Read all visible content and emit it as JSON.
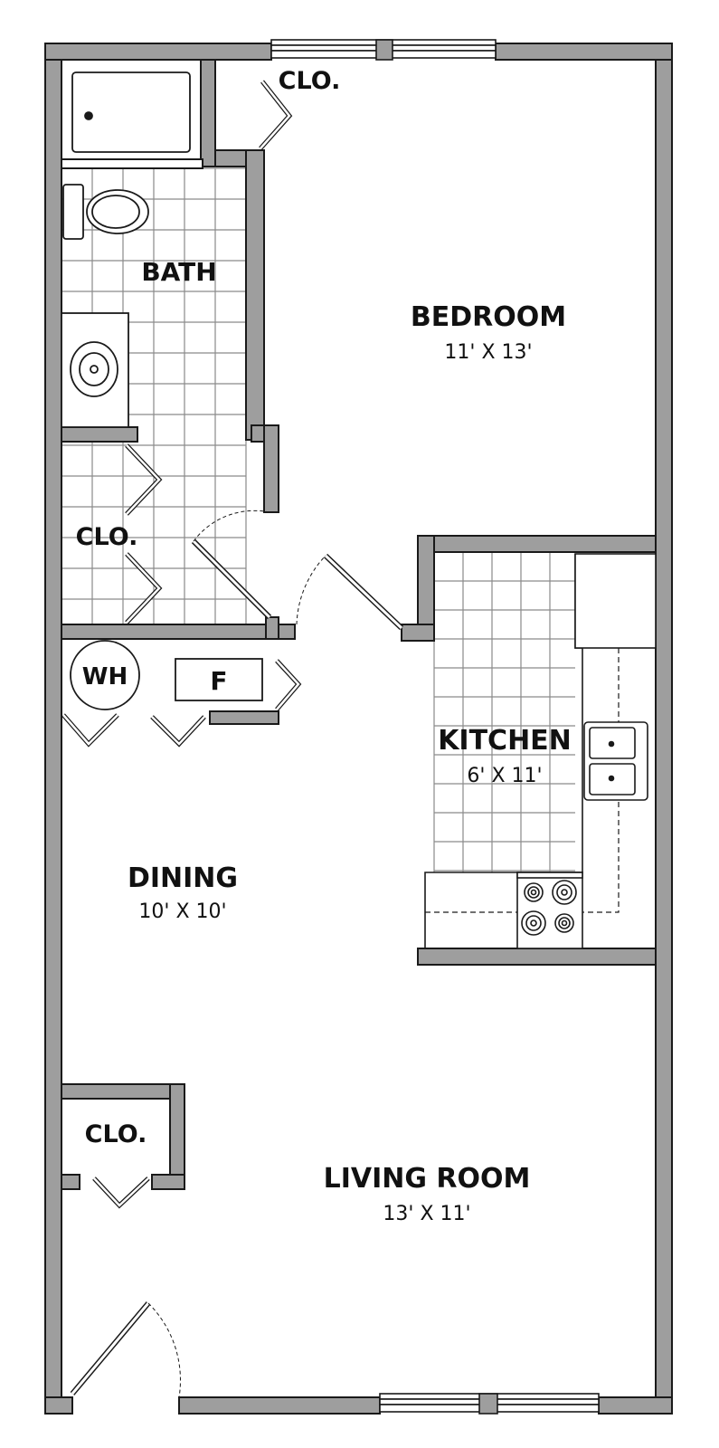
{
  "colors": {
    "wall": "#9e9e9e",
    "wall_stroke": "#1a1a1a",
    "line": "#222222",
    "tile": "#888888",
    "background": "#ffffff"
  },
  "rooms": {
    "bath": {
      "name": "BATH"
    },
    "bath_closet": {
      "name": "CLO."
    },
    "bedroom_closet": {
      "name": "CLO."
    },
    "bedroom": {
      "name": "BEDROOM",
      "dims": "11' X 13'"
    },
    "kitchen": {
      "name": "KITCHEN",
      "dims": "6' X 11'"
    },
    "dining": {
      "name": "DINING",
      "dims": "10' X 10'"
    },
    "living": {
      "name": "LIVING ROOM",
      "dims": "13' X 11'"
    },
    "living_closet": {
      "name": "CLO."
    }
  },
  "fixtures": {
    "water_heater": "WH",
    "furnace": "F"
  }
}
